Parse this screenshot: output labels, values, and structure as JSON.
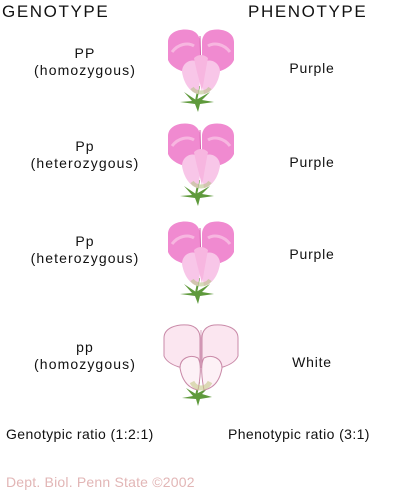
{
  "headers": {
    "genotype": "GENOTYPE",
    "phenotype": "PHENOTYPE"
  },
  "rows": [
    {
      "genotype": "PP",
      "zygosity": "(homozygous)",
      "phenotype": "Purple",
      "flower_color": "purple"
    },
    {
      "genotype": "Pp",
      "zygosity": "(heterozygous)",
      "phenotype": "Purple",
      "flower_color": "purple"
    },
    {
      "genotype": "Pp",
      "zygosity": "(heterozygous)",
      "phenotype": "Purple",
      "flower_color": "purple"
    },
    {
      "genotype": "pp",
      "zygosity": "(homozygous)",
      "phenotype": "White",
      "flower_color": "white"
    }
  ],
  "ratios": {
    "genotypic": "Genotypic ratio (1:2:1)",
    "phenotypic": "Phenotypic ratio (3:1)"
  },
  "credit": "Dept. Biol. Penn State ©2002",
  "colors": {
    "purple_petal": "#f08ad0",
    "purple_petal_light": "#f8c6e8",
    "white_petal": "#fbe6f0",
    "white_outline": "#c98aa8",
    "stem": "#5f9a3c",
    "credit_text": "#e2b6b6"
  }
}
